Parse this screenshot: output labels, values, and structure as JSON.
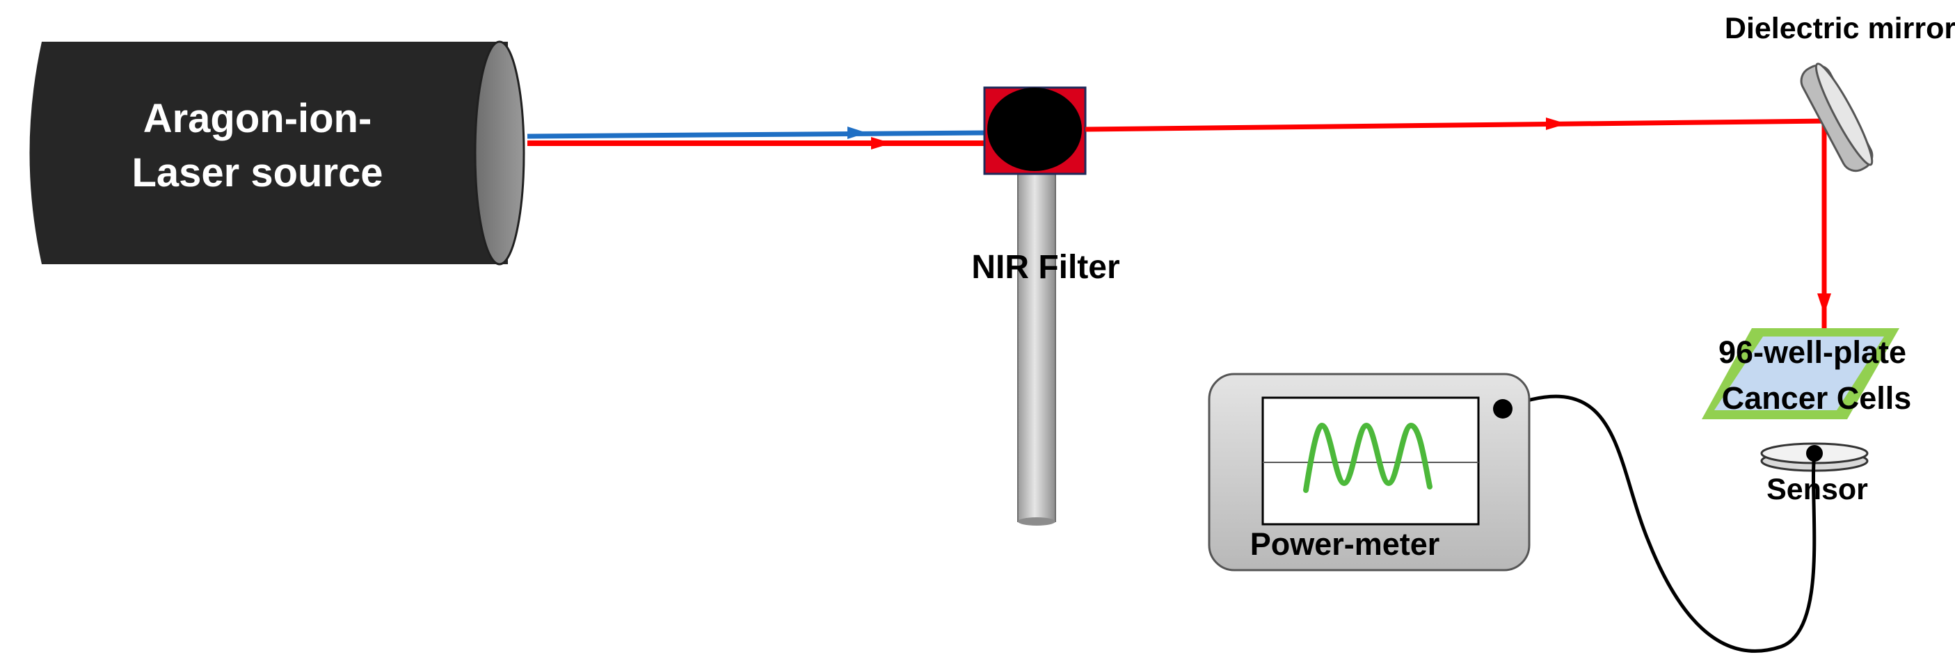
{
  "labels": {
    "laser_line1": "Aragon-ion-",
    "laser_line2": "Laser source",
    "nir_filter": "NIR Filter",
    "mirror": "Dielectric mirror",
    "plate_line1": "96-well-plate",
    "plate_line2": "Cancer Cells",
    "sensor": "Sensor",
    "power_meter": "Power-meter"
  },
  "colors": {
    "laser_body": "#262626",
    "laser_face": "#7f7f7f",
    "beam_red": "#ff0000",
    "beam_blue": "#1f6fc4",
    "filter_frame": "#d9001b",
    "filter_lens": "#000000",
    "post": "#bfbfbf",
    "plate_frame": "#92d050",
    "plate_inner": "#c5d9f1",
    "meter_body": "#d0d0d0",
    "meter_screen": "#ffffff",
    "signal_wave": "#4cb83a",
    "cable": "#000000"
  }
}
